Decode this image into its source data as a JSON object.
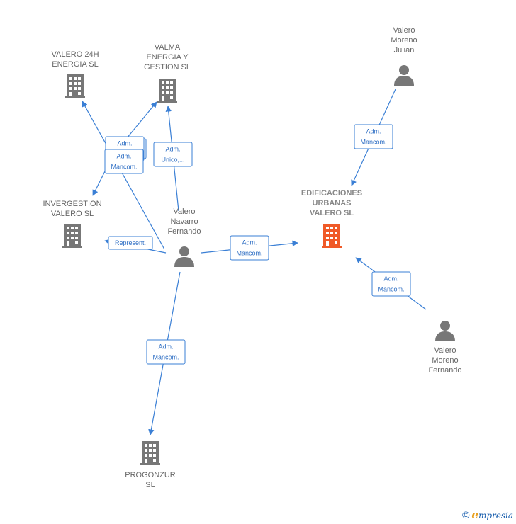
{
  "colors": {
    "edge": "#3a7fd5",
    "company": "#777777",
    "company_primary": "#f05a28",
    "person": "#777777",
    "label": "#666666"
  },
  "nodes": [
    {
      "id": "valero24h",
      "kind": "company",
      "icon": "building-icon",
      "label_lines": [
        "VALERO 24H",
        "ENERGIA  SL"
      ]
    },
    {
      "id": "valma",
      "kind": "company",
      "icon": "building-icon",
      "label_lines": [
        "VALMA",
        "ENERGIA Y",
        "GESTION  SL"
      ]
    },
    {
      "id": "invergestion",
      "kind": "company",
      "icon": "building-icon",
      "label_lines": [
        "INVERGESTION",
        "VALERO SL"
      ]
    },
    {
      "id": "edificaciones",
      "kind": "company_primary",
      "icon": "building-icon",
      "label_lines": [
        "EDIFICACIONES",
        "URBANAS",
        "VALERO  SL"
      ]
    },
    {
      "id": "progonzur",
      "kind": "company",
      "icon": "building-icon",
      "label_lines": [
        "PROGONZUR",
        "SL"
      ]
    },
    {
      "id": "navarro",
      "kind": "person",
      "icon": "person-icon",
      "label_lines": [
        "Valero",
        "Navarro",
        "Fernando"
      ]
    },
    {
      "id": "julian",
      "kind": "person",
      "icon": "person-icon",
      "label_lines": [
        "Valero",
        "Moreno",
        "Julian"
      ]
    },
    {
      "id": "moreno_fernando",
      "kind": "person",
      "icon": "person-icon",
      "label_lines": [
        "Valero",
        "Moreno",
        "Fernando"
      ]
    }
  ],
  "edges": [
    {
      "from": "navarro",
      "to": "valero24h",
      "label_lines": [
        "Adm.",
        "Mancom."
      ]
    },
    {
      "from": "navarro",
      "to": "valma",
      "label_lines": [
        "Adm.",
        "Unico,..."
      ]
    },
    {
      "from": "navarro",
      "to": "invergestion",
      "label_lines": [
        "Represent."
      ]
    },
    {
      "from": "navarro",
      "to": "edificaciones",
      "label_lines": [
        "Adm.",
        "Mancom."
      ]
    },
    {
      "from": "navarro",
      "to": "progonzur",
      "label_lines": [
        "Adm.",
        "Mancom."
      ]
    },
    {
      "from": "julian",
      "to": "edificaciones",
      "label_lines": [
        "Adm.",
        "Mancom."
      ]
    },
    {
      "from": "moreno_fernando",
      "to": "edificaciones",
      "label_lines": [
        "Adm.",
        "Mancom."
      ]
    },
    {
      "from": "invergestion",
      "to": "valma",
      "label_lines": [
        "Adm.",
        "Mancom."
      ]
    }
  ],
  "footer": {
    "copyright_symbol": "©",
    "brand_initial": "e",
    "brand_rest": "mpresia"
  }
}
